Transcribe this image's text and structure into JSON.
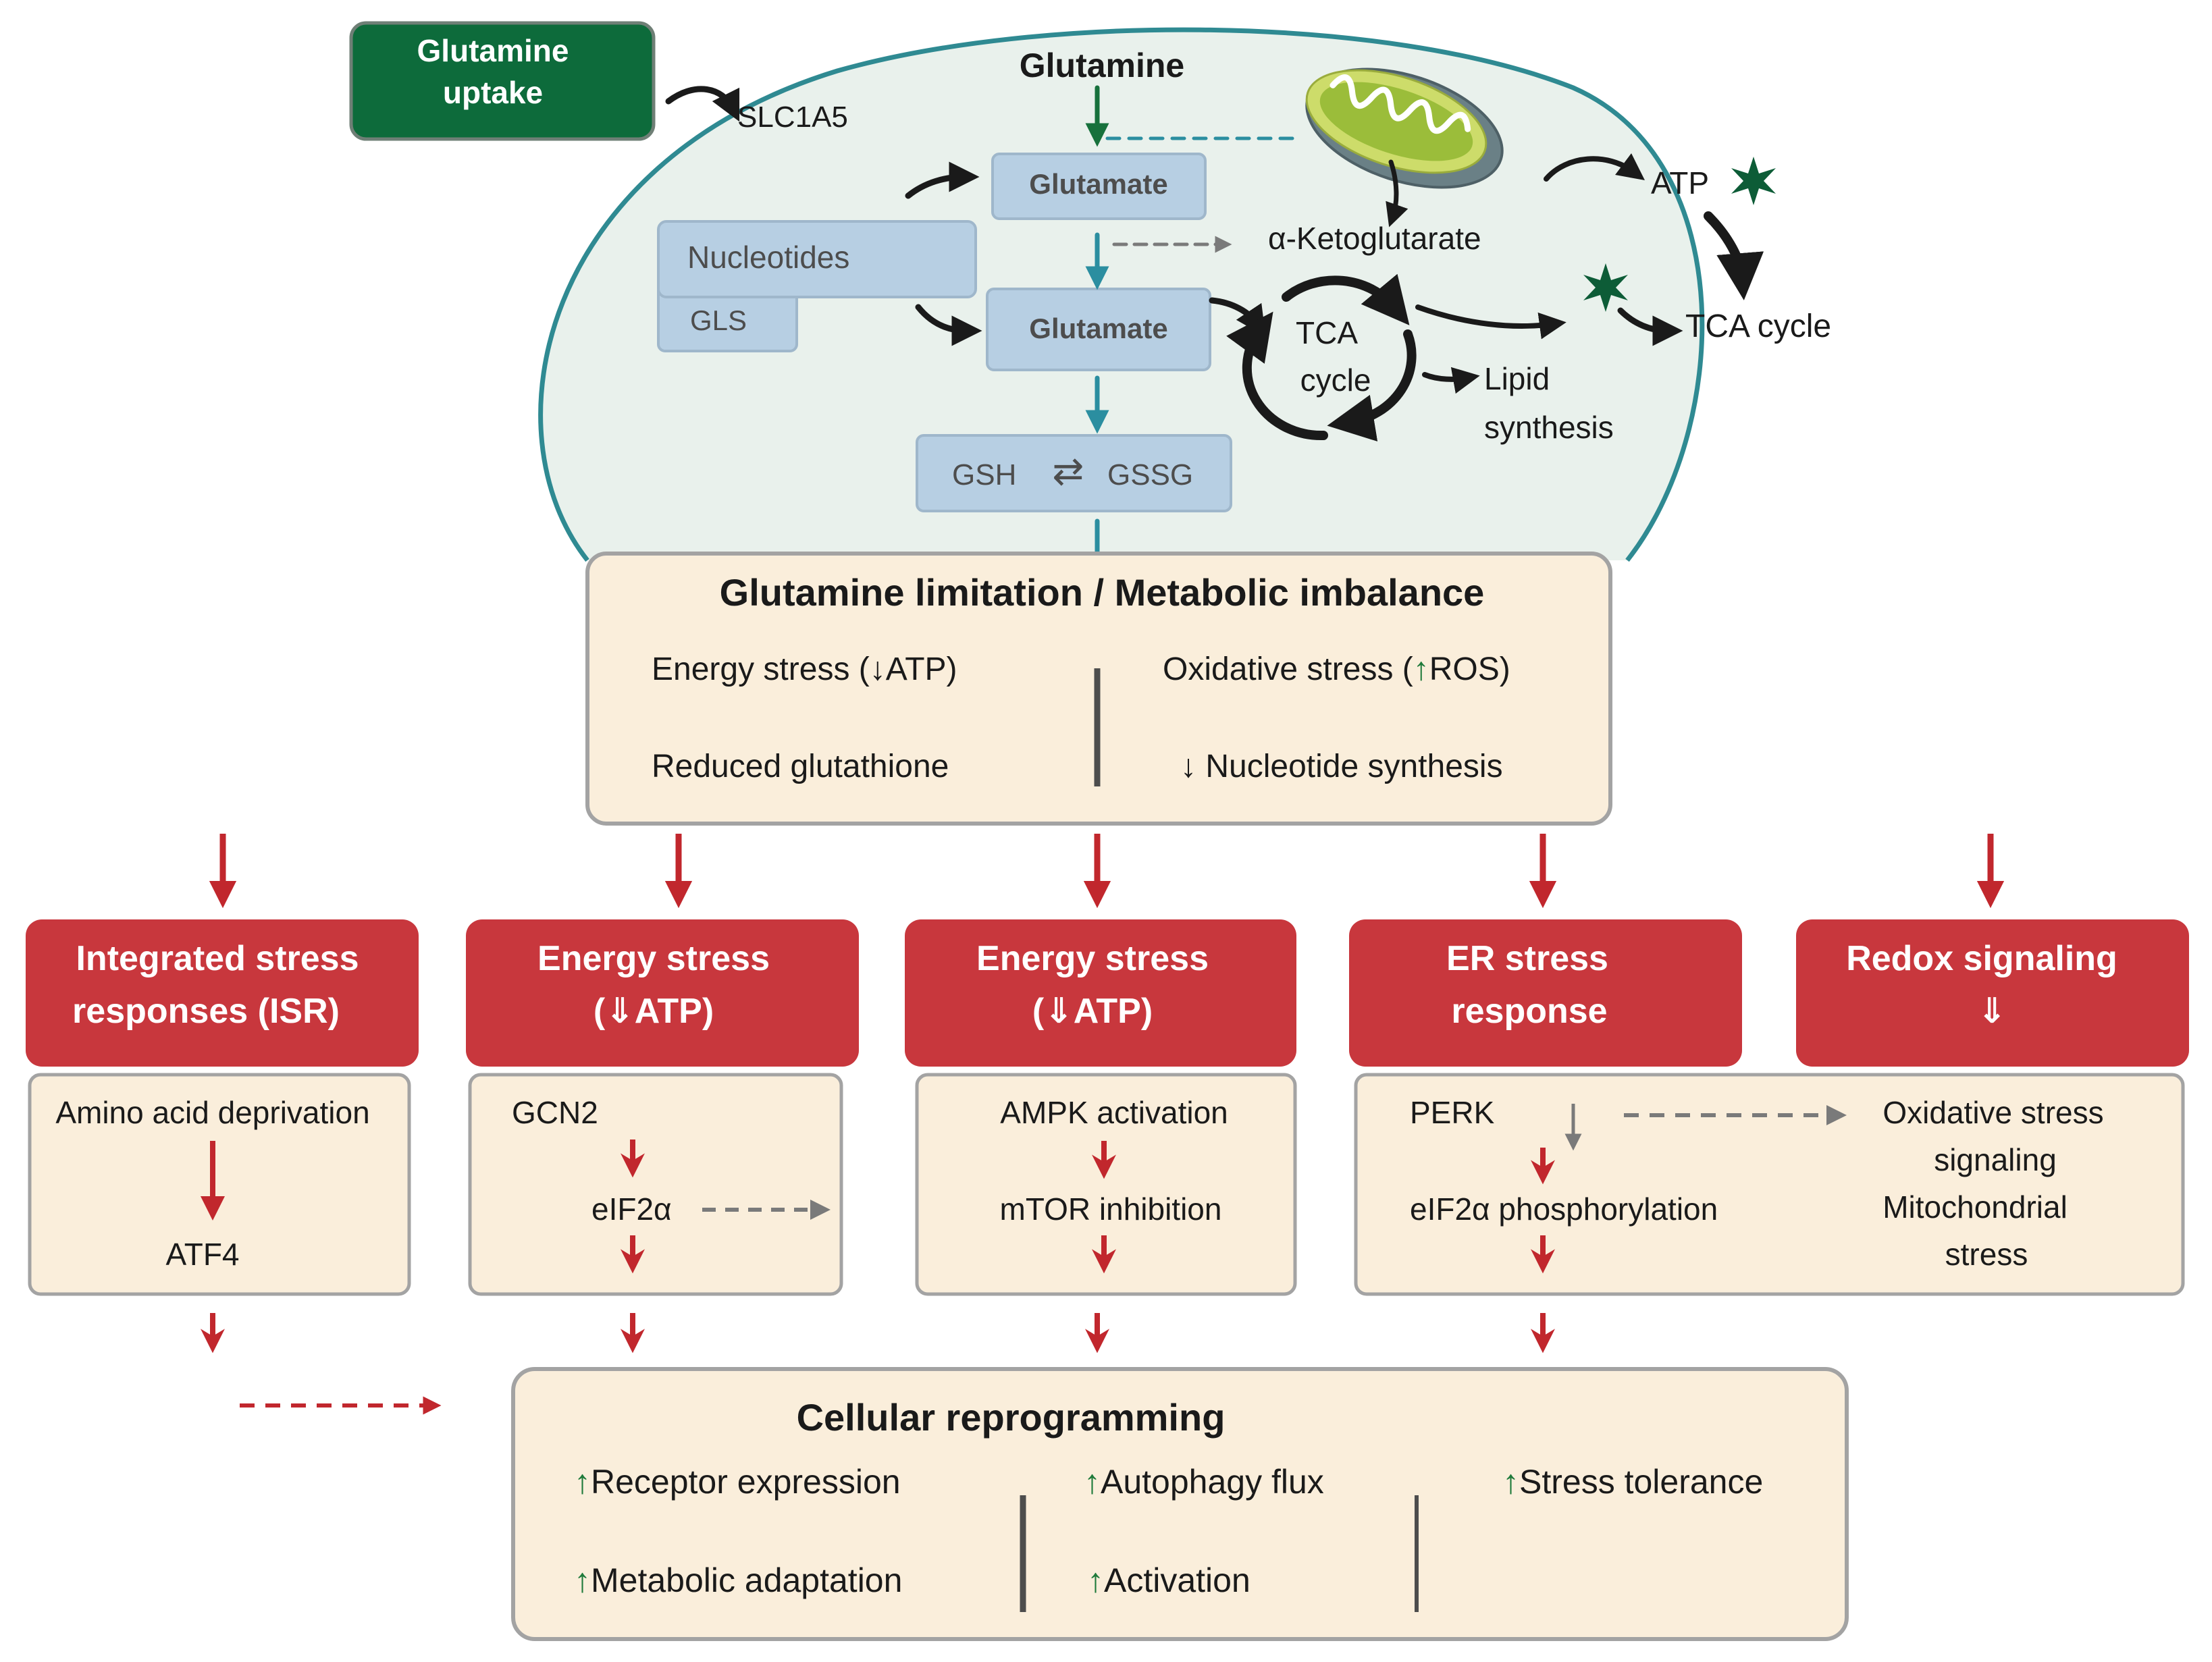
{
  "colors": {
    "cell_fill": "#e9f1ec",
    "cell_stroke": "#2f8a92",
    "box_blue": "#b7cfe3",
    "box_beige": "#faeedb",
    "header_red": "#c8373d",
    "arrow_red": "#c1272d",
    "arrow_green": "#17713c",
    "arrow_teal": "#2b8ea0",
    "uptake_green": "#0d6b3b",
    "grey_dash": "#7a7a7a"
  },
  "cell": {
    "uptake_box": {
      "line1": "Glutamine",
      "line2": "uptake"
    },
    "transporter": "SLC1A5",
    "glutamine": "Glutamine",
    "glutamate_top": "Glutamate",
    "glutamate_mid": "Glutamate",
    "nucleotides": "Nucleotides",
    "gls": "GLS",
    "akg": "α-Ketoglutarate",
    "tca_inner_line1": "TCA",
    "tca_inner_line2": "cycle",
    "lipid_line1": "Lipid",
    "lipid_line2": "synthesis",
    "gsh": "GSH",
    "equilibrium": "⇄",
    "gssg": "GSSG",
    "atp": "ATP",
    "tca_outer": "TCA cycle"
  },
  "limitation": {
    "title": "Glutamine limitation / Metabolic imbalance",
    "energy_pre": "Energy stress (",
    "energy_arrow": "↓",
    "energy_post": "ATP)",
    "oxidative_pre": "Oxidative stress (",
    "oxidative_arrow": "↑",
    "oxidative_post": "ROS)",
    "glutathione": "Reduced glutathione",
    "nucleotide_arrow": "↓",
    "nucleotide": "Nucleotide synthesis"
  },
  "pathways": [
    {
      "header_line1": "Integrated stress",
      "header_line2": "responses (ISR)",
      "body": [
        "Amino acid deprivation",
        "ATF4"
      ]
    },
    {
      "header_line1": "Energy stress",
      "header_line2": "(⇓ATP)",
      "body": [
        "GCN2",
        "eIF2α"
      ]
    },
    {
      "header_line1": "Energy stress",
      "header_line2": "(⇓ATP)",
      "body": [
        "AMPK activation",
        "mTOR inhibition"
      ]
    },
    {
      "header_line1": "ER stress",
      "header_line2": "response",
      "body": [
        "PERK",
        "eIF2α phosphorylation"
      ]
    },
    {
      "header_line1": "Redox signaling",
      "header_line2": "⇓",
      "body": [
        "Oxidative stress",
        "signaling",
        "Mitochondrial",
        "stress"
      ]
    }
  ],
  "reprogramming": {
    "title": "Cellular reprogramming",
    "up": "↑",
    "items": [
      "Receptor expression",
      "Metabolic adaptation",
      "Autophagy flux",
      "Activation",
      "Stress tolerance"
    ]
  }
}
